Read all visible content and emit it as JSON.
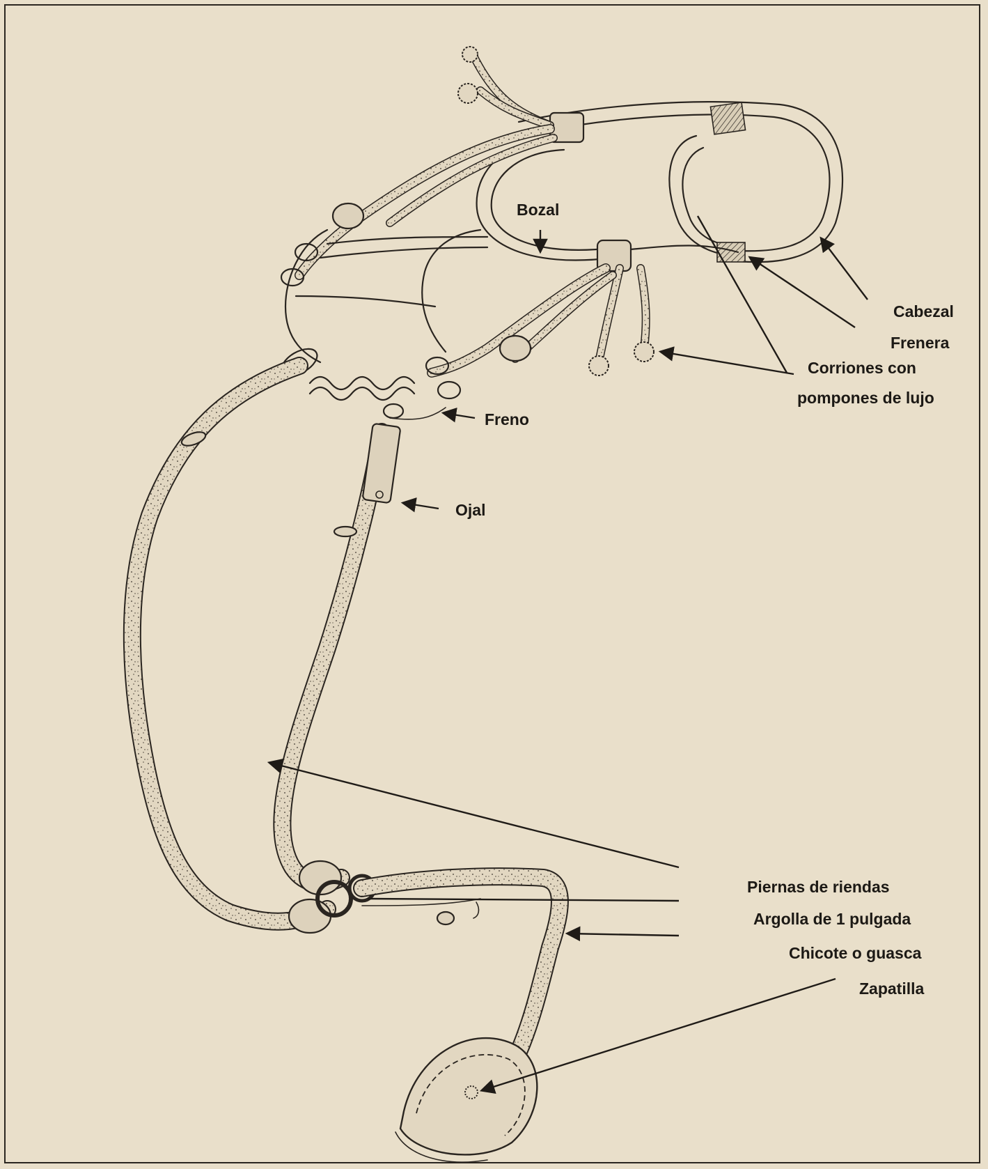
{
  "labels": {
    "bozal": "Bozal",
    "cabezal": "Cabezal",
    "frenera": "Frenera",
    "corriones_line1": "Corriones con",
    "corriones_line2": "pompones de lujo",
    "freno": "Freno",
    "ojal": "Ojal",
    "piernas": "Piernas de riendas",
    "argolla": "Argolla de 1 pulgada",
    "chicote": "Chicote o guasca",
    "zapatilla": "Zapatilla"
  },
  "colors": {
    "paper": "#e9dfca",
    "ink": "#2a2520"
  }
}
